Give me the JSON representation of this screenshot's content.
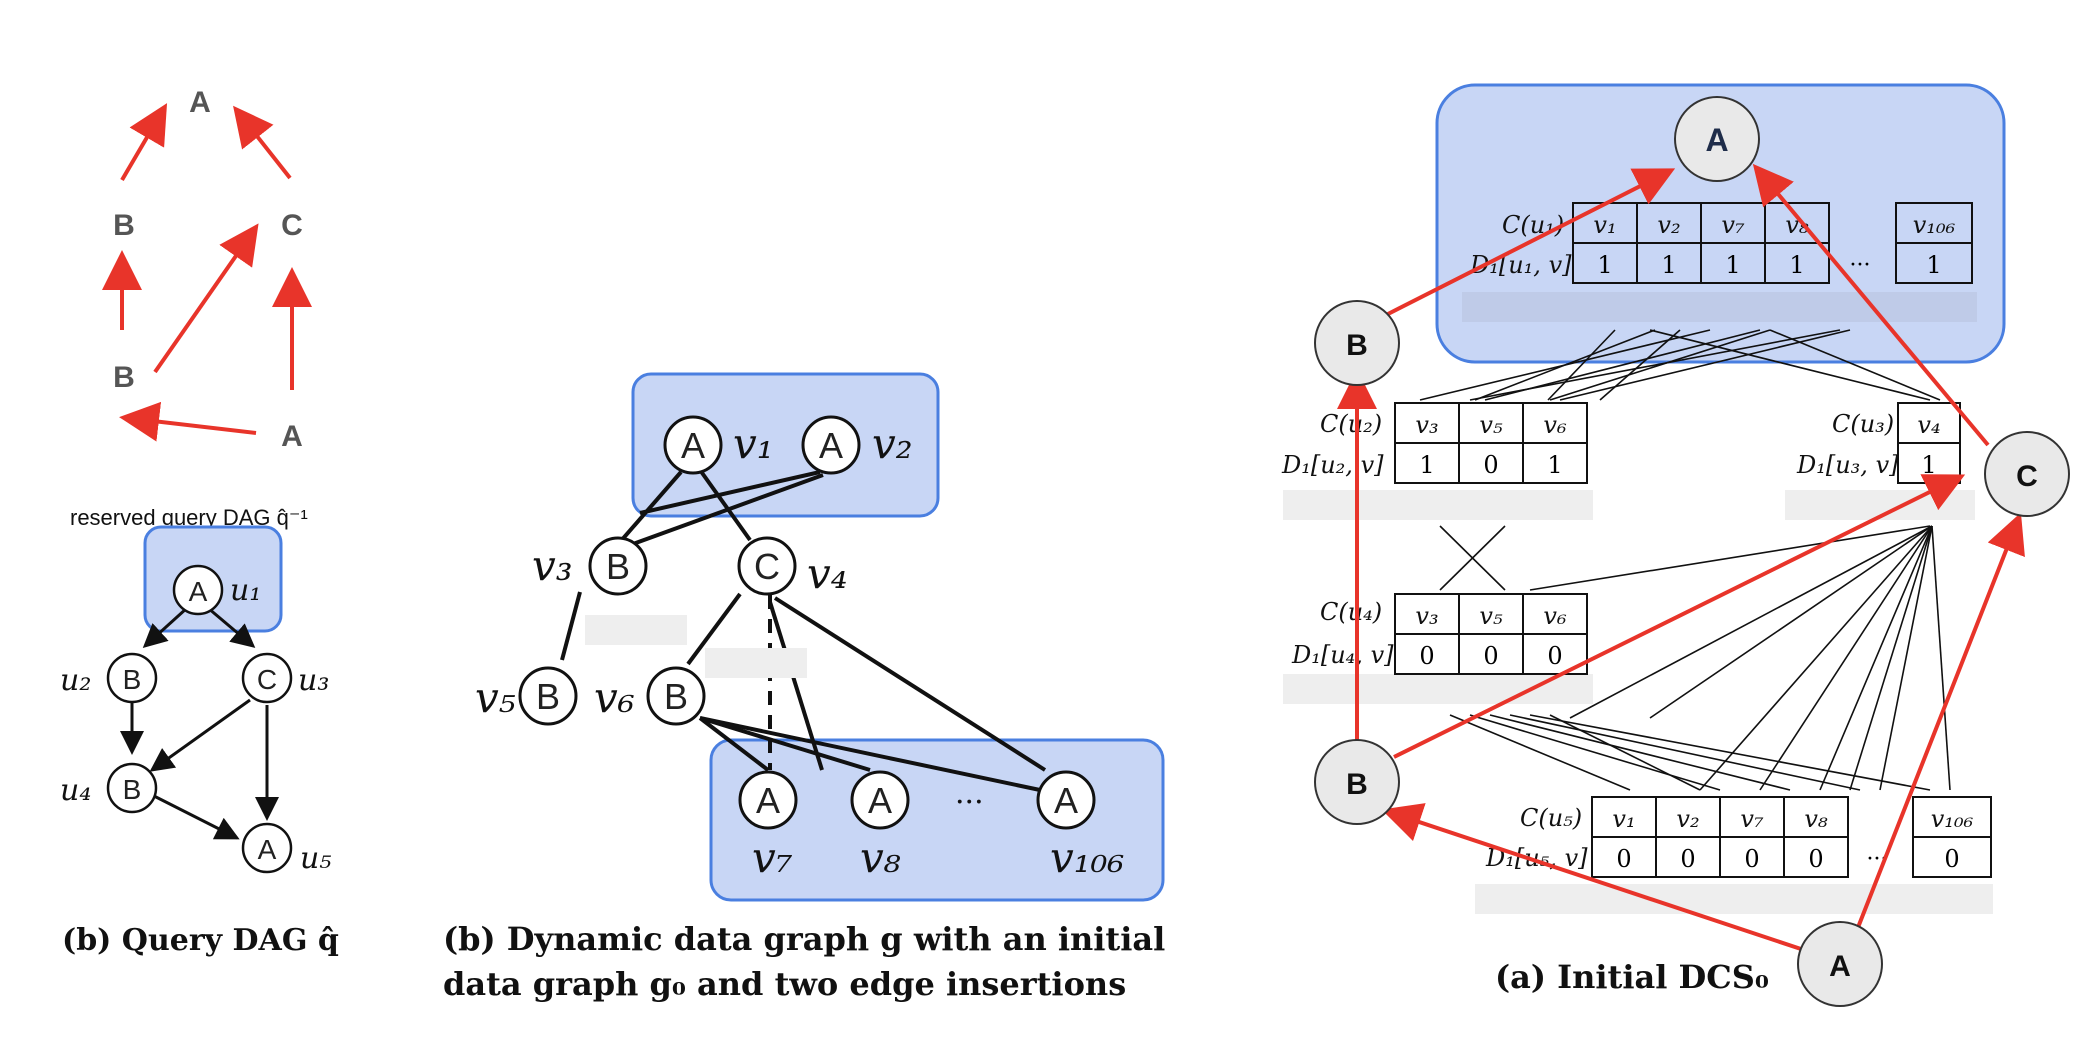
{
  "panel_a_dag": {
    "nodes": [
      "A",
      "B",
      "C",
      "B",
      "A"
    ]
  },
  "panel_b_query": {
    "title": "reserved query DAG q̂⁻¹",
    "nodes": [
      {
        "letter": "A",
        "sub": "u₁"
      },
      {
        "letter": "B",
        "sub": "u₂"
      },
      {
        "letter": "C",
        "sub": "u₃"
      },
      {
        "letter": "B",
        "sub": "u₄"
      },
      {
        "letter": "A",
        "sub": "u₅"
      }
    ],
    "caption": "(b) Query DAG q̂"
  },
  "panel_b_graph": {
    "nodes": [
      {
        "letter": "A",
        "sub": "v₁"
      },
      {
        "letter": "A",
        "sub": "v₂"
      },
      {
        "letter": "B",
        "sub": "v₃"
      },
      {
        "letter": "C",
        "sub": "v₄"
      },
      {
        "letter": "B",
        "sub": "v₅"
      },
      {
        "letter": "B",
        "sub": "v₆"
      },
      {
        "letter": "A",
        "sub": "v₇"
      },
      {
        "letter": "A",
        "sub": "v₈"
      },
      {
        "letter": "A",
        "sub": "v₁₀₆"
      }
    ],
    "ellipsis": "···",
    "caption_line1": "(b) Dynamic data graph g with an initial",
    "caption_line2": "data graph g₀ and two edge insertions"
  },
  "panel_dcs": {
    "top_node": "A",
    "side_nodes": [
      "B",
      "C",
      "B",
      "A"
    ],
    "row1": {
      "c_label": "C(u₁)",
      "d_label": "D₁[u₁, v]",
      "cells": [
        "v₁",
        "v₂",
        "v₇",
        "v₈",
        "v₁₀₆"
      ],
      "vals": [
        "1",
        "1",
        "1",
        "1",
        "1"
      ]
    },
    "row2": {
      "c_label": "C(u₂)",
      "d_label": "D₁[u₂, v]",
      "cells": [
        "v₃",
        "v₅",
        "v₆"
      ],
      "vals": [
        "1",
        "0",
        "1"
      ]
    },
    "row2b": {
      "c_label": "C(u₃)",
      "d_label": "D₁[u₃, v]",
      "cells": [
        "v₄"
      ],
      "vals": [
        "1"
      ]
    },
    "row3": {
      "c_label": "C(u₄)",
      "d_label": "D₁[u₄, v]",
      "cells": [
        "v₃",
        "v₅",
        "v₆"
      ],
      "vals": [
        "0",
        "0",
        "0"
      ]
    },
    "row4": {
      "c_label": "C(u₅)",
      "d_label": "D₁[u₅, v]",
      "cells": [
        "v₁",
        "v₂",
        "v₇",
        "v₈",
        "v₁₀₆"
      ],
      "vals": [
        "0",
        "0",
        "0",
        "0",
        "0"
      ]
    },
    "ellipsis": "···",
    "caption": "(a) Initial DCS₀"
  },
  "colors": {
    "accent_blue": "#c8d6f5",
    "border_blue": "#4a7fe0",
    "arrow_red": "#e8342a",
    "node_grey": "#e9e9e9"
  }
}
